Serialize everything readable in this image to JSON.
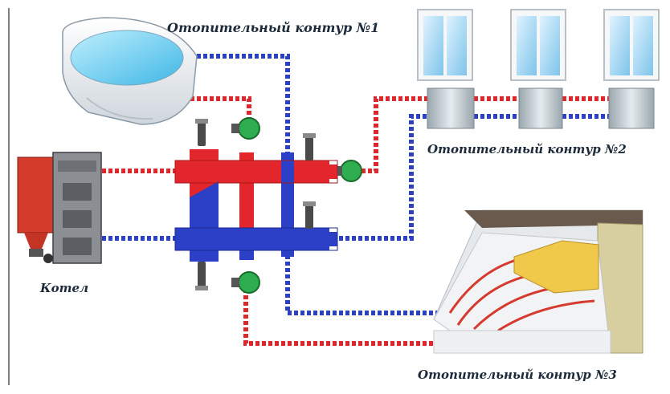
{
  "labels": {
    "circuit1": "Отопительный контур  №1",
    "circuit2": "Отопительный контур №2",
    "circuit3": "Отопительный контур №3",
    "boiler": "Котел"
  },
  "colors": {
    "supply": "#e3262b",
    "return": "#2b3fc7",
    "pump": "#2fae4f",
    "valve": "#4a4a4a",
    "label": "#1c2a3a"
  },
  "icons": [
    "bathtub-icon",
    "window-icon",
    "radiator-icon",
    "boiler-icon",
    "underfloor-heating-icon",
    "pump-icon",
    "air-vent-icon"
  ]
}
